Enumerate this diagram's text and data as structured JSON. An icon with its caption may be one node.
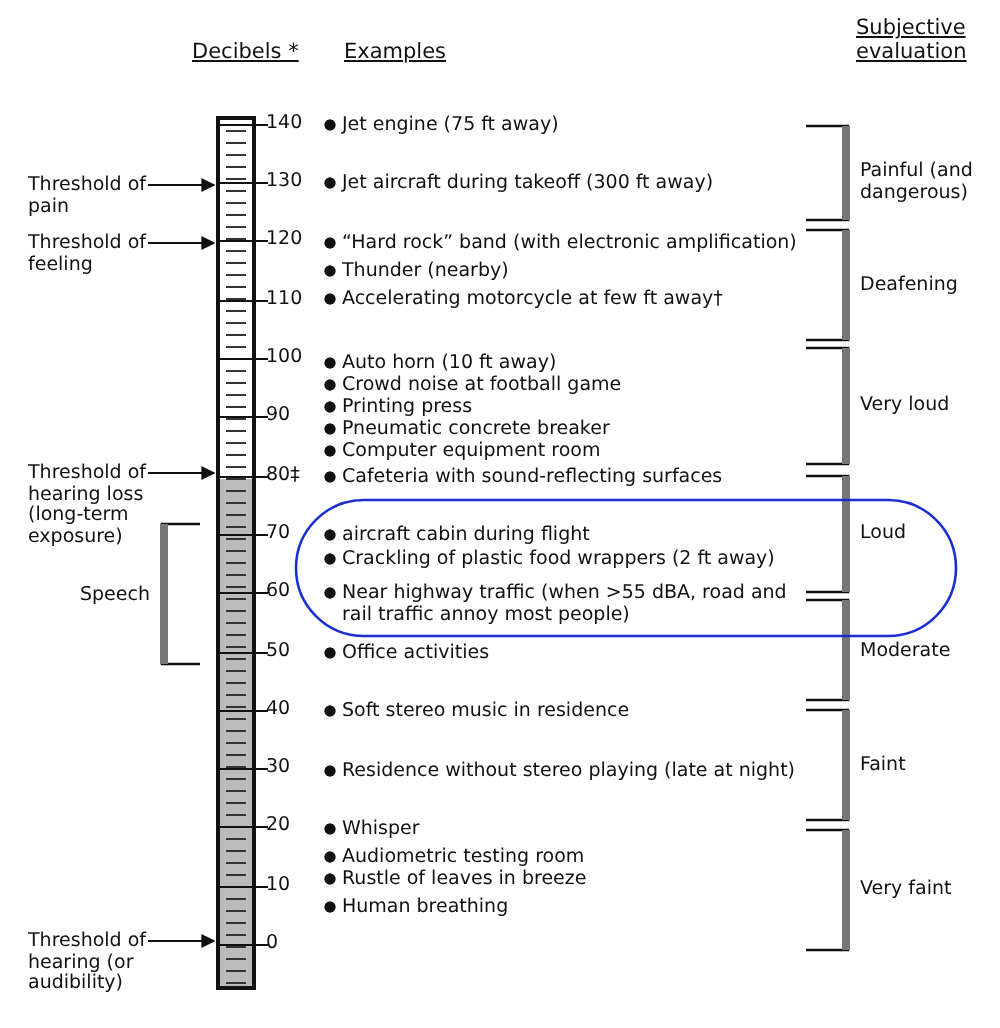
{
  "diagram": {
    "nodes": [
      {
        "text": [],
        "shape": "bar"
      },
      {
        "text": [
          "Threshold of pain"
        ]
      },
      {
        "text": [
          "Threshold of feeling"
        ]
      },
      {
        "text": [
          "Threshold of hearing loss (long-term exposure)"
        ]
      },
      {
        "text": [
          "Threshold of hearing (or audibility)"
        ]
      }
    ],
    "edges": [
      {
        "from": 1,
        "to": 0,
        "arrow": "to"
      },
      {
        "from": 2,
        "to": 0,
        "arrow": "to"
      },
      {
        "from": 3,
        "to": 0,
        "arrow": "to"
      },
      {
        "from": 4,
        "to": 0,
        "arrow": "to"
      }
    ],
    "labels": [
      "Decibels *",
      "Examples",
      "Subjective evaluation",
      "140",
      "Jet engine (75 ft away)",
      "Painful (and dangerous)",
      "130",
      "Jet aircraft during takeoff (300 ft away)",
      "120",
      "“Hard rock” band (with electronic amplification)",
      "Thunder (nearby)",
      "Deafening",
      "110",
      "Accelerating motorcycle at few ft away†",
      "100",
      "Auto horn (10 ft away)",
      "Crowd noise at football game",
      "90",
      "Printing press",
      "Very loud",
      "Pneumatic concrete breaker",
      "Computer equipment room",
      "80‡",
      "Cafeteria with sound-reflecting surfaces",
      "70",
      "aircraft cabin during flight",
      "Loud",
      "Crackling of plastic food wrappers (2 ft away)",
      "Speech",
      "60",
      "Near highway traffic (when >55 dBA, road and rail traffic annoy most people)",
      "50",
      "Office activities",
      "Moderate",
      "40",
      "Soft stereo music in residence",
      "30",
      "Residence without stereo playing (late at night)",
      "Faint",
      "20",
      "Whisper",
      "Audiometric testing room",
      "10",
      "Rustle of leaves in breeze",
      "Very faint",
      "Human breathing",
      "0"
    ]
  }
}
